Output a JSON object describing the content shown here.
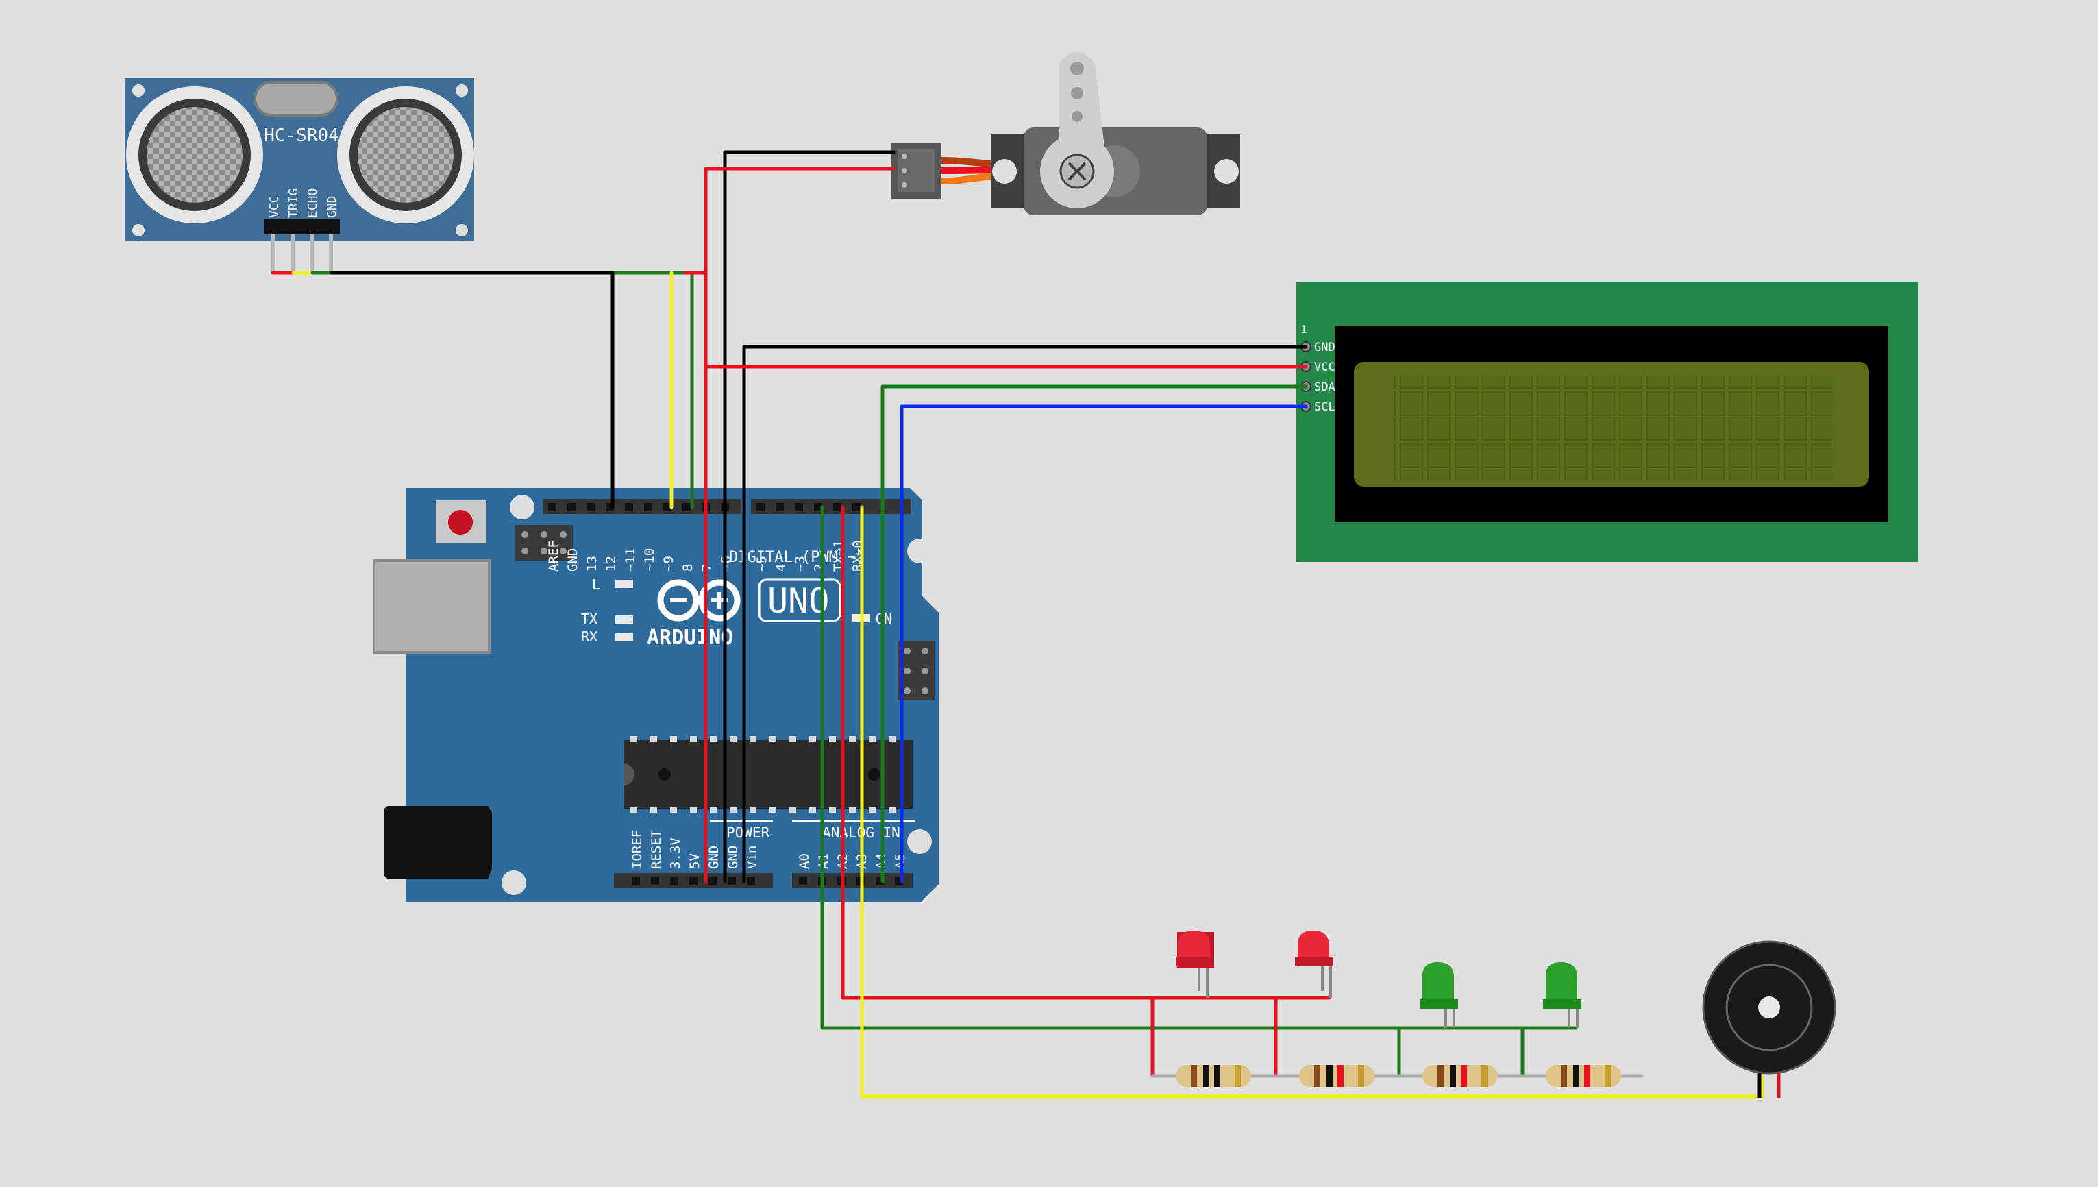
{
  "sensor": {
    "model": "HC-SR04",
    "pins": [
      "VCC",
      "TRIG",
      "ECHO",
      "GND"
    ]
  },
  "lcd": {
    "pin1": "1",
    "pins": [
      "GND",
      "VCC",
      "SDA",
      "SCL"
    ]
  },
  "arduino": {
    "brand": "ARDUINO",
    "model": "UNO",
    "digital_label": "DIGITAL (PWM ~)",
    "power_label": "POWER",
    "analog_label": "ANALOG IN",
    "on_label": "ON",
    "l_label": "L",
    "tx_label": "TX",
    "rx_label": "RX",
    "digital_pins": [
      "AREF",
      "GND",
      "13",
      "12",
      "~11",
      "~10",
      "~9",
      "8",
      "7",
      "~6",
      "~5",
      "4",
      "~3",
      "2",
      "TX→1",
      "RX←0"
    ],
    "power_pins": [
      "IOREF",
      "RESET",
      "3.3V",
      "5V",
      "GND",
      "GND",
      "Vin"
    ],
    "analog_pins": [
      "A0",
      "A1",
      "A2",
      "A3",
      "A4",
      "A5"
    ]
  },
  "colors": {
    "background": "#e0e0e0",
    "board": "#2e6a9c",
    "sensor_board": "#3e6e97",
    "lcd_board": "#23884a",
    "lcd_screen": "#5c6e1a",
    "wire_red": "#e8101f",
    "wire_black": "#000000",
    "wire_green": "#1a7a1a",
    "wire_yellow": "#f2f21a",
    "wire_blue": "#0a2aee",
    "led_red": "#e8283a",
    "led_green": "#2aa02a"
  },
  "components": {
    "leds": [
      "red",
      "red",
      "green",
      "green"
    ],
    "resistors": 4,
    "servo": "servo-motor",
    "buzzer": "piezo-buzzer"
  }
}
